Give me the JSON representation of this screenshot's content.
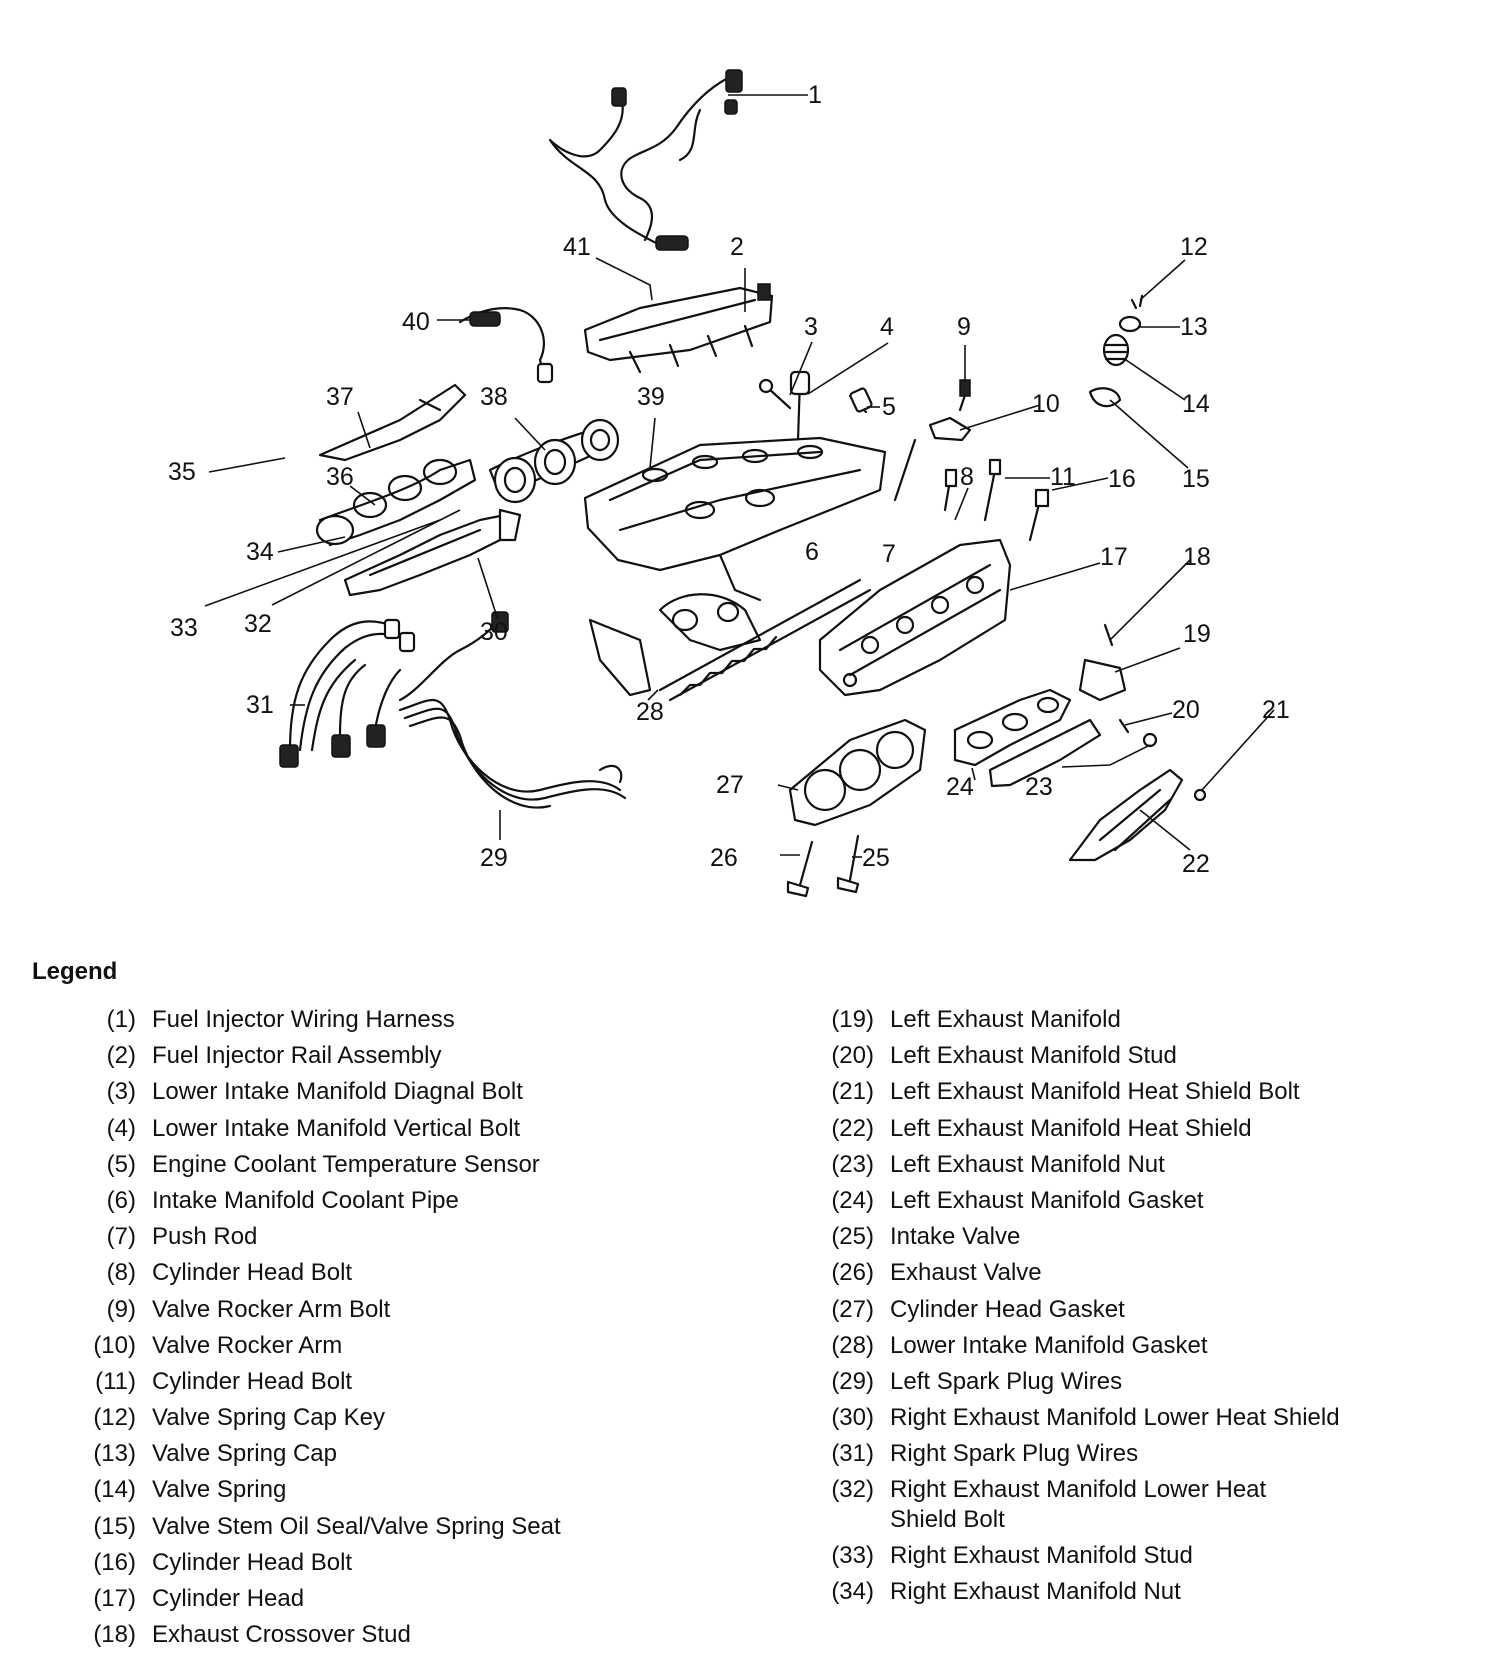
{
  "legend": {
    "title": "Legend",
    "items": [
      {
        "num": "(1)",
        "text": "Fuel Injector Wiring Harness"
      },
      {
        "num": "(2)",
        "text": "Fuel Injector Rail Assembly"
      },
      {
        "num": "(3)",
        "text": "Lower Intake Manifold Diagnal Bolt"
      },
      {
        "num": "(4)",
        "text": "Lower Intake Manifold Vertical Bolt"
      },
      {
        "num": "(5)",
        "text": "Engine Coolant Temperature Sensor"
      },
      {
        "num": "(6)",
        "text": "Intake Manifold Coolant Pipe"
      },
      {
        "num": "(7)",
        "text": "Push Rod"
      },
      {
        "num": "(8)",
        "text": "Cylinder Head Bolt"
      },
      {
        "num": "(9)",
        "text": "Valve Rocker Arm Bolt"
      },
      {
        "num": "(10)",
        "text": "Valve Rocker Arm"
      },
      {
        "num": "(11)",
        "text": "Cylinder Head Bolt"
      },
      {
        "num": "(12)",
        "text": "Valve Spring Cap Key"
      },
      {
        "num": "(13)",
        "text": "Valve Spring Cap"
      },
      {
        "num": "(14)",
        "text": "Valve Spring"
      },
      {
        "num": "(15)",
        "text": "Valve Stem Oil Seal/Valve Spring Seat"
      },
      {
        "num": "(16)",
        "text": "Cylinder Head Bolt"
      },
      {
        "num": "(17)",
        "text": "Cylinder Head"
      },
      {
        "num": "(18)",
        "text": "Exhaust Crossover Stud"
      },
      {
        "num": "(19)",
        "text": "Left Exhaust Manifold"
      },
      {
        "num": "(20)",
        "text": "Left Exhaust Manifold Stud"
      },
      {
        "num": "(21)",
        "text": "Left Exhaust Manifold Heat Shield Bolt"
      },
      {
        "num": "(22)",
        "text": "Left Exhaust Manifold Heat Shield"
      },
      {
        "num": "(23)",
        "text": "Left Exhaust Manifold Nut"
      },
      {
        "num": "(24)",
        "text": "Left Exhaust Manifold Gasket"
      },
      {
        "num": "(25)",
        "text": "Intake Valve"
      },
      {
        "num": "(26)",
        "text": "Exhaust Valve"
      },
      {
        "num": "(27)",
        "text": "Cylinder Head Gasket"
      },
      {
        "num": "(28)",
        "text": "Lower Intake Manifold Gasket"
      },
      {
        "num": "(29)",
        "text": "Left Spark Plug Wires"
      },
      {
        "num": "(30)",
        "text": "Right Exhaust Manifold Lower Heat Shield"
      },
      {
        "num": "(31)",
        "text": "Right Spark Plug Wires"
      },
      {
        "num": "(32)",
        "text": "Right Exhaust Manifold Lower Heat Shield Bolt"
      },
      {
        "num": "(33)",
        "text": "Right Exhaust Manifold Stud"
      },
      {
        "num": "(34)",
        "text": "Right Exhaust Manifold Nut"
      }
    ]
  },
  "callouts": [
    "1",
    "2",
    "3",
    "4",
    "5",
    "6",
    "7",
    "8",
    "9",
    "10",
    "11",
    "12",
    "13",
    "14",
    "15",
    "16",
    "17",
    "18",
    "19",
    "20",
    "21",
    "22",
    "23",
    "24",
    "25",
    "26",
    "27",
    "28",
    "29",
    "30",
    "31",
    "32",
    "33",
    "34",
    "35",
    "36",
    "37",
    "38",
    "39",
    "40",
    "41"
  ]
}
